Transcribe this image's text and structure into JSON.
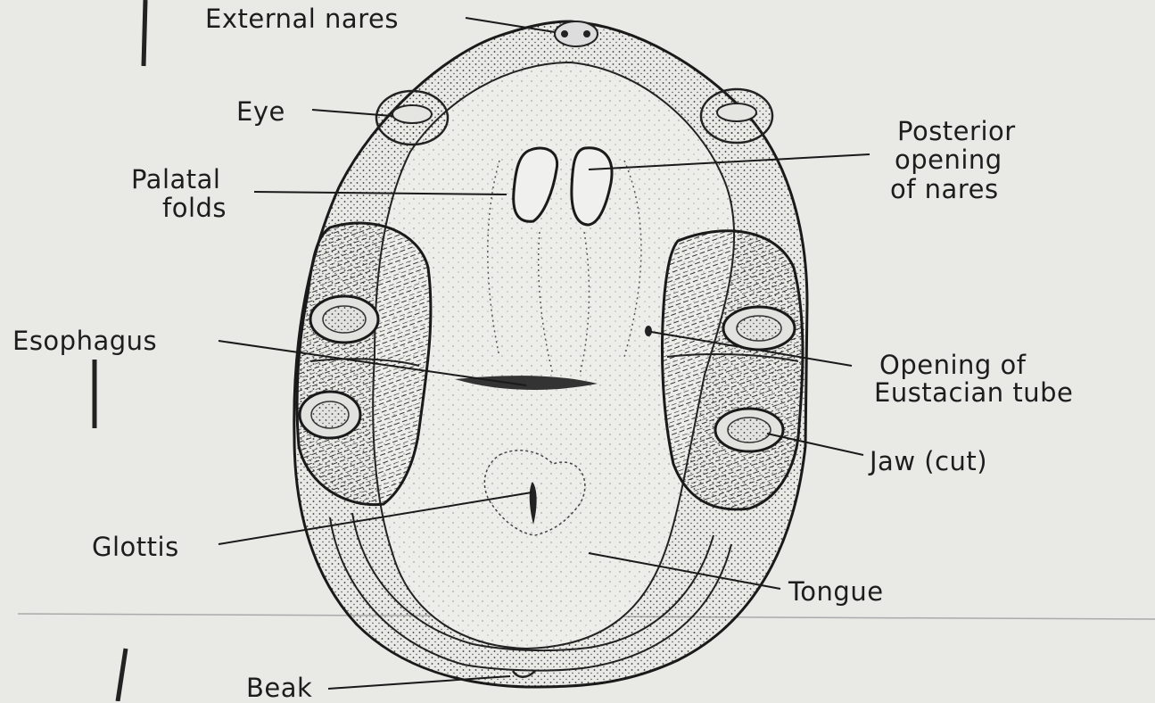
{
  "diagram": {
    "labels": {
      "external_nares": "External nares",
      "eye": "Eye",
      "palatal_folds_line1": "Palatal",
      "palatal_folds_line2": "folds",
      "posterior_line1": "Posterior",
      "posterior_line2": "opening",
      "posterior_line3": "of nares",
      "esophagus": "Esophagus",
      "eustachian_line1": "Opening of",
      "eustachian_line2": "Eustacian tube",
      "jaw": "Jaw (cut)",
      "glottis": "Glottis",
      "tongue": "Tongue",
      "beak": "Beak"
    },
    "colors": {
      "paper": "#e9e9e6",
      "ink": "#1d1d1d"
    }
  }
}
